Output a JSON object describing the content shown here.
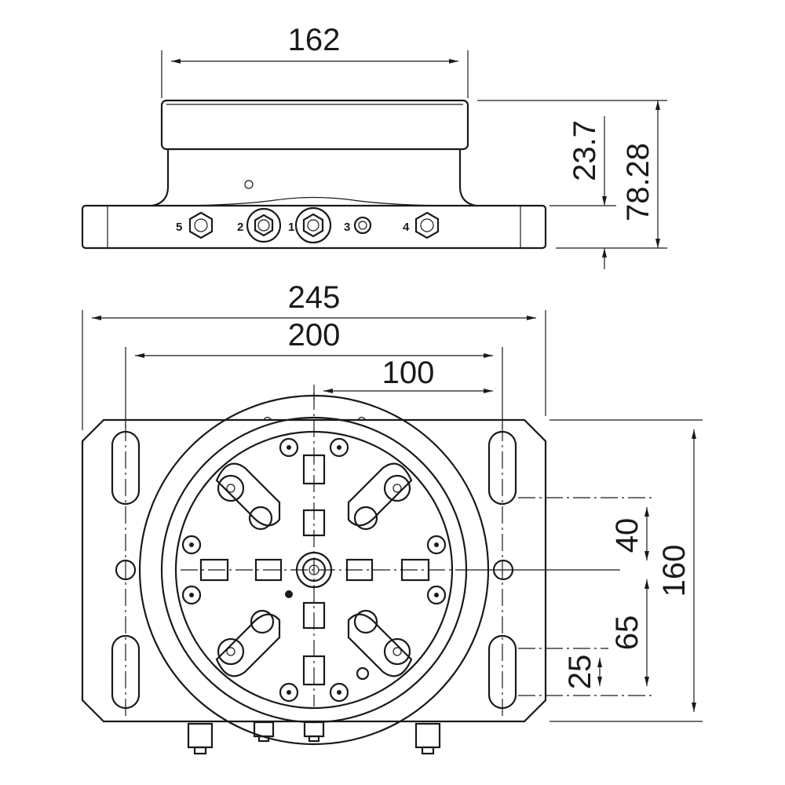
{
  "drawing": {
    "side_view": {
      "dimensions": {
        "top_width": "162",
        "upper_height": "23.7",
        "total_height": "78.28"
      },
      "ports": [
        "5",
        "2",
        "1",
        "3",
        "4"
      ]
    },
    "top_view": {
      "dimensions": {
        "overall_width": "245",
        "slot_spacing": "200",
        "half_spacing": "100",
        "height": "160",
        "offset_40": "40",
        "offset_65": "65",
        "slot_length": "25"
      }
    }
  }
}
